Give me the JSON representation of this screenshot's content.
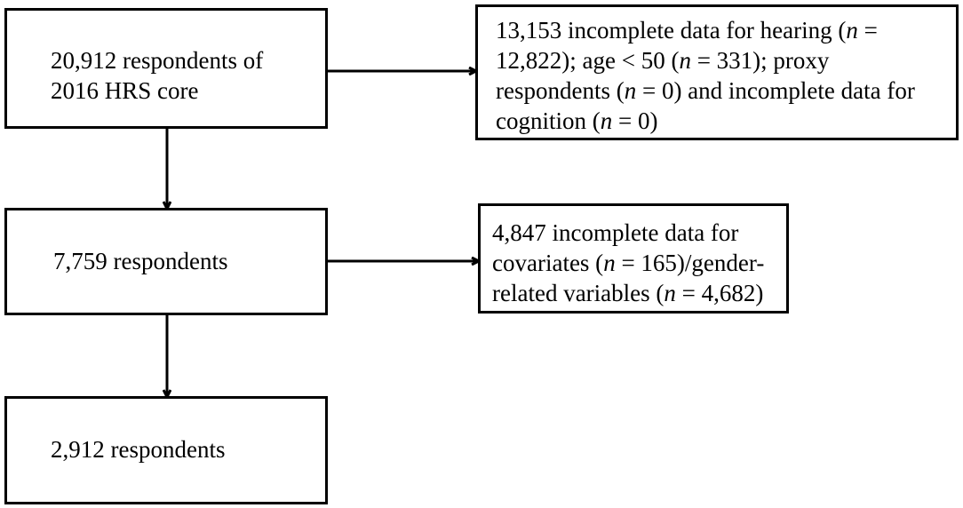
{
  "boxes": {
    "start": {
      "lines": [
        "20,912 respondents of",
        "2016 HRS core"
      ]
    },
    "exclusion_1": {
      "line1_a": "13,153 incomplete data for hearing (",
      "n": "n",
      "line1_b": " =",
      "line2_a": "12,822); age < 50 (",
      "line2_b": " = 331); proxy",
      "line3_a": "respondents (",
      "line3_b": " = 0) and incomplete data for",
      "line4_a": "cognition (",
      "line4_b": " = 0)"
    },
    "middle": {
      "text": "7,759 respondents"
    },
    "exclusion_2": {
      "line1": "4,847 incomplete data for",
      "line2_a": "covariates (",
      "n": "n",
      "line2_b": " = 165)/gender-",
      "line3_a": "related variables (",
      "line3_b": " = 4,682)"
    },
    "final": {
      "text": "2,912 respondents"
    }
  },
  "colors": {
    "stroke": "#000000",
    "background": "#ffffff"
  }
}
